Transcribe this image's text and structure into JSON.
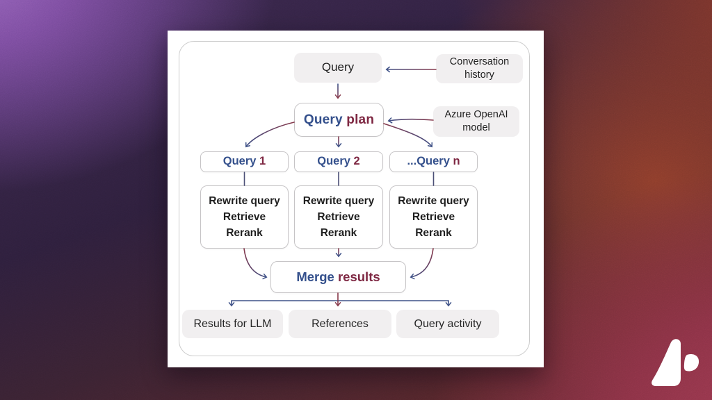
{
  "palette": {
    "navy": "#34508c",
    "maroon": "#7e2742",
    "arrow_navy": "#3f5288",
    "arrow_maroon": "#87394b",
    "text_dark": "#1f1f1f",
    "box_gray": "#f1eff0",
    "box_border": "#c6c4c6",
    "card_white": "#ffffff",
    "bg_purple": "#8a57ad",
    "bg_brick": "#8a3a2b",
    "bg_crimson": "#8e3246"
  },
  "diagram": {
    "query": {
      "label": "Query"
    },
    "conversation_history": {
      "line1": "Conversation",
      "line2": "history"
    },
    "query_plan": {
      "label_blue": "Query ",
      "label_maroon": "plan"
    },
    "azure_openai": {
      "line1": "Azure OpenAI",
      "line2": "model"
    },
    "query1": {
      "label_blue": "Query ",
      "label_maroon": "1"
    },
    "query2": {
      "label_blue": "Query ",
      "label_maroon": "2"
    },
    "queryn": {
      "label_blue": "...Query ",
      "label_maroon": "n"
    },
    "rewrite1": {
      "lines": [
        "Rewrite query",
        "Retrieve",
        "Rerank"
      ]
    },
    "rewrite2": {
      "lines": [
        "Rewrite query",
        "Retrieve",
        "Rerank"
      ]
    },
    "rewrite3": {
      "lines": [
        "Rewrite query",
        "Retrieve",
        "Rerank"
      ]
    },
    "merge_results": {
      "label_blue": "Merge ",
      "label_maroon": "results"
    },
    "results_for_llm": {
      "label": "Results for LLM"
    },
    "references": {
      "label": "References"
    },
    "query_activity": {
      "label": "Query activity"
    }
  },
  "logo": {
    "name": "petal-brand-logo",
    "color": "#ffffff"
  }
}
